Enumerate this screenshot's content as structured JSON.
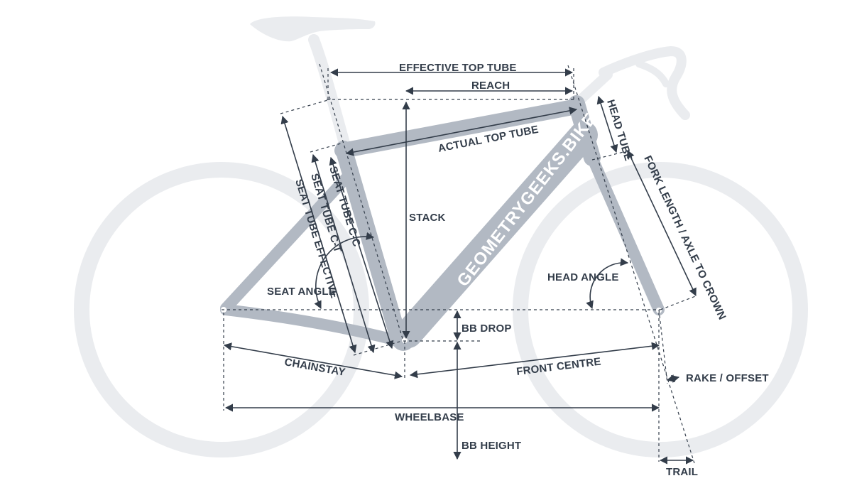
{
  "watermark": "GEOMETRYGEEKS.BIKE",
  "labels": {
    "effective_top_tube": "EFFECTIVE TOP TUBE",
    "reach": "REACH",
    "head_tube": "HEAD TUBE",
    "actual_top_tube": "ACTUAL TOP TUBE",
    "stack": "STACK",
    "seat_tube_effective": "SEAT TUBE EFFECTIVE",
    "seat_tube_ct": "SEAT TUBE C-T",
    "seat_tube_cc": "SEAT TUBE C-C",
    "fork_length": "FORK LENGTH / AXLE TO CROWN",
    "seat_angle": "SEAT ANGLE",
    "head_angle": "HEAD ANGLE",
    "bb_drop": "BB DROP",
    "chainstay": "CHAINSTAY",
    "front_centre": "FRONT CENTRE",
    "rake_offset": "RAKE / OFFSET",
    "wheelbase": "WHEELBASE",
    "bb_height": "BB HEIGHT",
    "trail": "TRAIL"
  },
  "colors": {
    "frame": "#b2b9c3",
    "ghost": "#eaecef",
    "annotation": "#333d4a"
  }
}
